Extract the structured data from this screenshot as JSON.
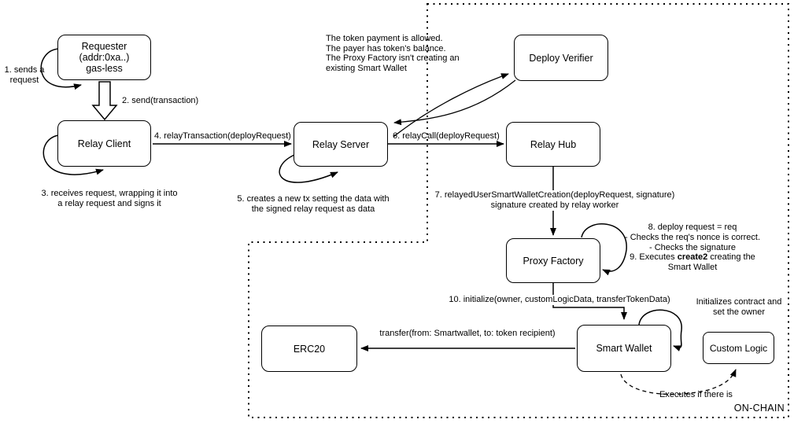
{
  "diagram": {
    "onchain_label": "ON-CHAIN"
  },
  "nodes": {
    "requester": "Requester\n(addr:0xa..)\ngas-less",
    "relay_client": "Relay Client",
    "relay_server": "Relay Server",
    "deploy_verifier": "Deploy Verifier",
    "relay_hub": "Relay Hub",
    "proxy_factory": "Proxy Factory",
    "smart_wallet": "Smart Wallet",
    "erc20": "ERC20",
    "custom_logic": "Custom Logic"
  },
  "annotations": {
    "step1": "1. sends a\nrequest",
    "step2": "2. send(transaction)",
    "step3": "3. receives request, wrapping it into\na relay request and signs it",
    "step4": "4. relayTransaction(deployRequest)",
    "step5": "5. creates a new tx setting the data with\nthe signed relay request as data",
    "verifier_note": "The token payment is allowed.\nThe payer has token's balance.\nThe Proxy Factory isn't creating an\nexisting Smart Wallet",
    "step6": "6. relayCall(deployRequest)",
    "step7": "7. relayedUserSmartWalletCreation(deployRequest, signature)\nsignature created by relay worker",
    "step8_9_pre": "8. deploy request = req\n- Checks the req's nonce is correct.\n- Checks the signature\n9. Executes ",
    "step8_9_bold": "create2",
    "step8_9_post": " creating the\nSmart Wallet",
    "step10": "10. initialize(owner, customLogicData, transferTokenData)",
    "init_note": "Initializes contract and\nset the owner",
    "transfer_label": "transfer(from: Smartwallet, to: token recipient)",
    "executes_label": "Executes if there is"
  },
  "colors": {
    "stroke": "#000000",
    "background": "#ffffff"
  }
}
